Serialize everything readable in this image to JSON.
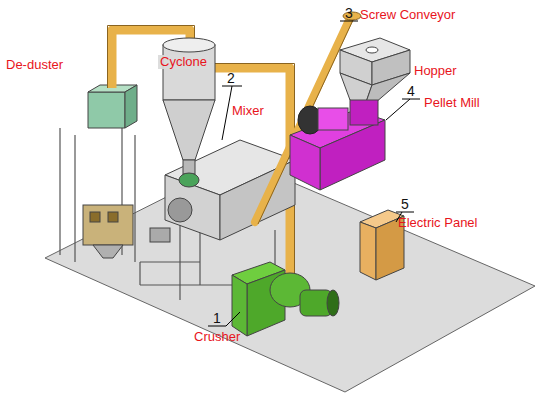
{
  "diagram": {
    "labels": [
      "De-duster",
      "Cyclone",
      "2",
      "Mixer",
      "3",
      "Screw Conveyor",
      "Hopper",
      "4",
      "Pellet Mill",
      "5",
      "Electric Panel",
      "1",
      "Crusher"
    ]
  }
}
